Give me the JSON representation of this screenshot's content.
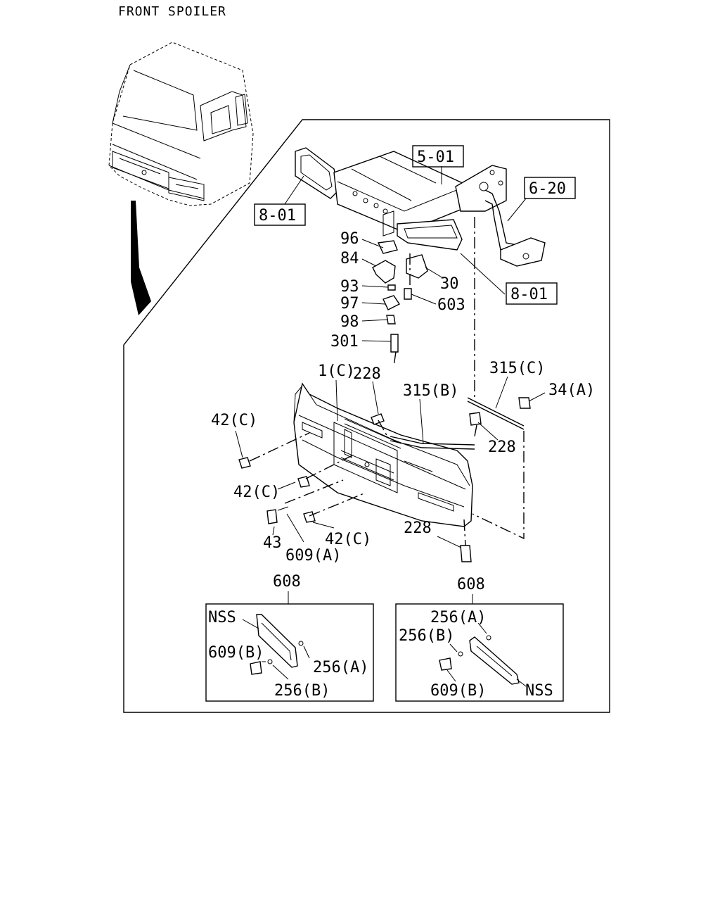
{
  "title": "FRONT SPOILER",
  "refs": {
    "r501": "5-01",
    "r620": "6-20",
    "r801a": "8-01",
    "r801b": "8-01"
  },
  "parts": {
    "p96": "96",
    "p84": "84",
    "p93": "93",
    "p97": "97",
    "p98": "98",
    "p301": "301",
    "p30": "30",
    "p603": "603",
    "p1c": "1(C)",
    "p228a": "228",
    "p315b": "315(B)",
    "p315c": "315(C)",
    "p34a": "34(A)",
    "p228b": "228",
    "p42c1": "42(C)",
    "p42c2": "42(C)",
    "p43": "43",
    "p609a": "609(A)",
    "p42c3": "42(C)",
    "p228c": "228"
  },
  "inset_left": {
    "ref": "608",
    "nss": "NSS",
    "p609b": "609(B)",
    "p256a": "256(A)",
    "p256b": "256(B)"
  },
  "inset_right": {
    "ref": "608",
    "p256a": "256(A)",
    "p256b": "256(B)",
    "p609b": "609(B)",
    "nss": "NSS"
  }
}
